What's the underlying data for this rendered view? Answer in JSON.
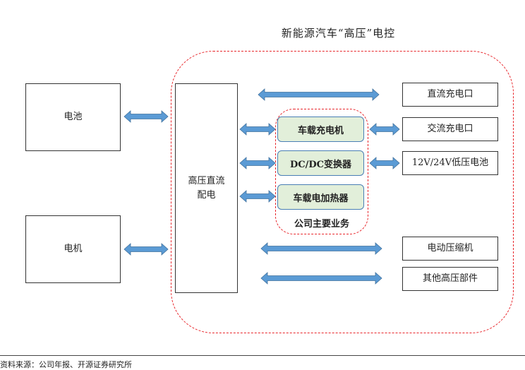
{
  "title": "新能源汽车“高压”电控",
  "left_boxes": [
    {
      "label": "电池"
    },
    {
      "label": "电机"
    }
  ],
  "center_box": {
    "line1": "高压直流",
    "line2": "配电"
  },
  "core_products": [
    {
      "label": "车载充电机"
    },
    {
      "label": "DC/DC变换器"
    },
    {
      "label": "车载电加热器"
    }
  ],
  "core_group_label": "公司主要业务",
  "right_boxes": [
    {
      "label": "直流充电口"
    },
    {
      "label": "交流充电口"
    },
    {
      "label": "12V/24V低压电池"
    },
    {
      "label": "电动压缩机"
    },
    {
      "label": "其他高压部件"
    }
  ],
  "footer": "资料来源：公司年报、开源证券研究所",
  "colors": {
    "arrow": "#5b9bd5",
    "dash": "#e8262b",
    "core_fill": "#e2efda"
  }
}
